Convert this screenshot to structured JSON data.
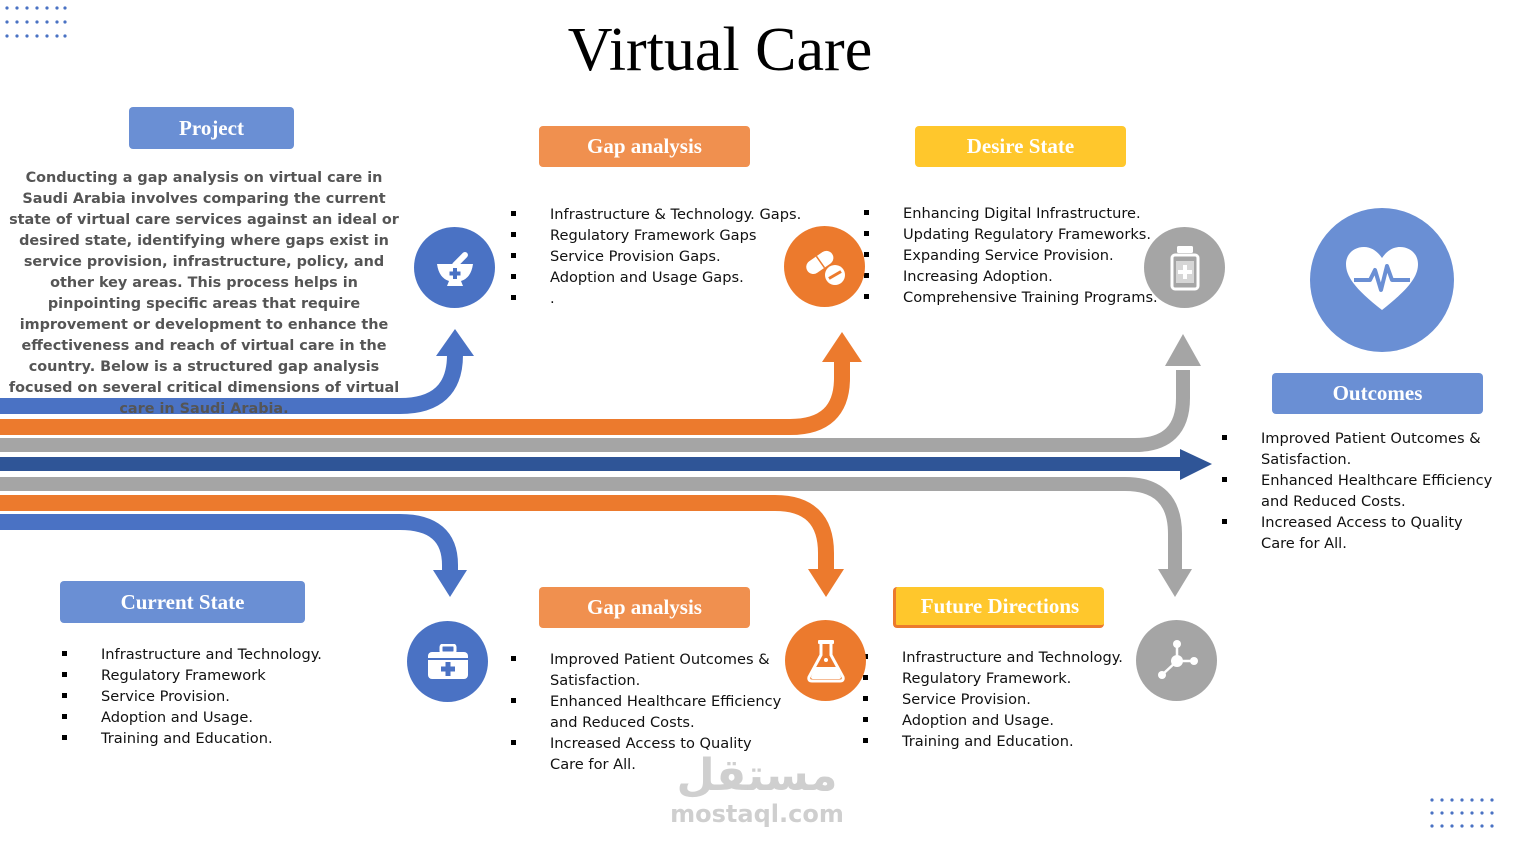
{
  "title": "Virtual Care",
  "project": {
    "label": "Project",
    "description": "Conducting a gap analysis on virtual care in Saudi Arabia involves comparing the current state of virtual care services against an ideal or desired state, identifying where gaps exist in service provision, infrastructure, policy, and other key areas. This process helps in pinpointing specific areas that require improvement or development to enhance the effectiveness and reach of virtual care in the country. Below is a structured gap analysis focused on several critical dimensions of virtual care in Saudi Arabia."
  },
  "gap_analysis_top": {
    "label": "Gap analysis",
    "items": [
      "Infrastructure & Technology. Gaps.",
      "Regulatory Framework Gaps",
      "Service Provision Gaps.",
      "Adoption and Usage Gaps.",
      "."
    ]
  },
  "desire_state": {
    "label": "Desire State",
    "items": [
      "Enhancing Digital Infrastructure.",
      "Updating Regulatory Frameworks.",
      "Expanding Service Provision.",
      "Increasing Adoption.",
      "Comprehensive Training Programs."
    ]
  },
  "outcomes": {
    "label": "Outcomes",
    "items": [
      "Improved Patient Outcomes & Satisfaction.",
      "Enhanced Healthcare Efficiency and Reduced Costs.",
      "Increased Access to Quality Care for All."
    ]
  },
  "current_state": {
    "label": "Current State",
    "items": [
      "Infrastructure and Technology.",
      "Regulatory Framework",
      "Service Provision.",
      "Adoption and Usage.",
      "Training and Education."
    ]
  },
  "gap_analysis_bottom": {
    "label": "Gap analysis",
    "items": [
      "Improved Patient Outcomes & Satisfaction.",
      "Enhanced Healthcare Efficiency and Reduced Costs.",
      "Increased Access to Quality Care for All."
    ]
  },
  "future_directions": {
    "label": "Future Directions",
    "items": [
      "Infrastructure and Technology.",
      "Regulatory Framework.",
      "Service Provision.",
      "Adoption and Usage.",
      "Training and Education."
    ]
  },
  "watermark": {
    "arabic": "مستقل",
    "latin": "mostaql.com"
  },
  "icons": [
    "mortar-pestle-icon",
    "pills-icon",
    "medicine-bottle-icon",
    "heartbeat-icon",
    "first-aid-kit-icon",
    "flask-icon",
    "network-icon"
  ],
  "colors": {
    "blue": "#4a72c4",
    "orange": "#ec7a2d",
    "gray": "#a5a5a5",
    "yellow": "#ffc72c",
    "dark_blue": "#2f5597"
  }
}
